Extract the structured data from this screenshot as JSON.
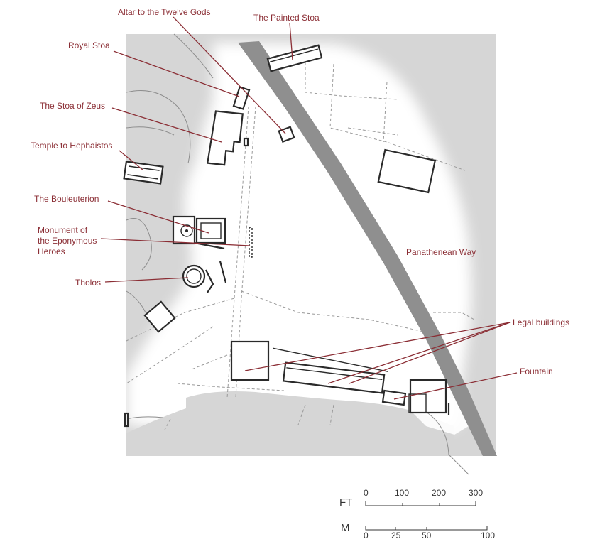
{
  "map": {
    "labels": {
      "altar": "Altar to the Twelve Gods",
      "painted_stoa": "The Painted Stoa",
      "royal_stoa": "Royal Stoa",
      "stoa_zeus": "The Stoa of Zeus",
      "hephaistos": "Temple to Hephaistos",
      "bouleuterion": "The Bouleuterion",
      "eponymous_1": "Monument of",
      "eponymous_2": "the Eponymous",
      "eponymous_3": "Heroes",
      "tholos": "Tholos",
      "panathenean": "Panathenean Way",
      "legal": "Legal buildings",
      "fountain": "Fountain"
    },
    "colors": {
      "label": "#8b2e35",
      "terrain": "#d6d6d6",
      "road": "#8f8f8f",
      "open_area": "#ffffff"
    }
  },
  "scale": {
    "ft_label": "FT",
    "ft_ticks": [
      "0",
      "100",
      "200",
      "300"
    ],
    "m_label": "M",
    "m_ticks": [
      "0",
      "25",
      "50",
      "100"
    ]
  }
}
